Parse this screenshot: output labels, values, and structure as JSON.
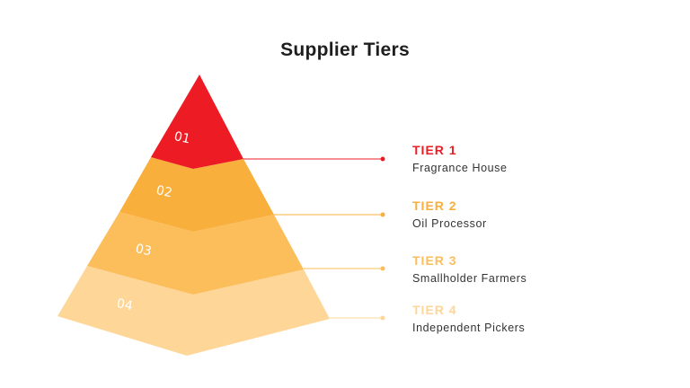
{
  "title": "Supplier Tiers",
  "tiers": [
    {
      "number": "01",
      "name": "TIER 1",
      "description": "Fragrance House",
      "color": "#ed1c24"
    },
    {
      "number": "02",
      "name": "TIER 2",
      "description": "Oil Processor",
      "color": "#f9af3c"
    },
    {
      "number": "03",
      "name": "TIER 3",
      "description": "Smallholder Farmers",
      "color": "#fcbd5b"
    },
    {
      "number": "04",
      "name": "TIER 4",
      "description": "Independent Pickers",
      "color": "#fdd698"
    }
  ]
}
